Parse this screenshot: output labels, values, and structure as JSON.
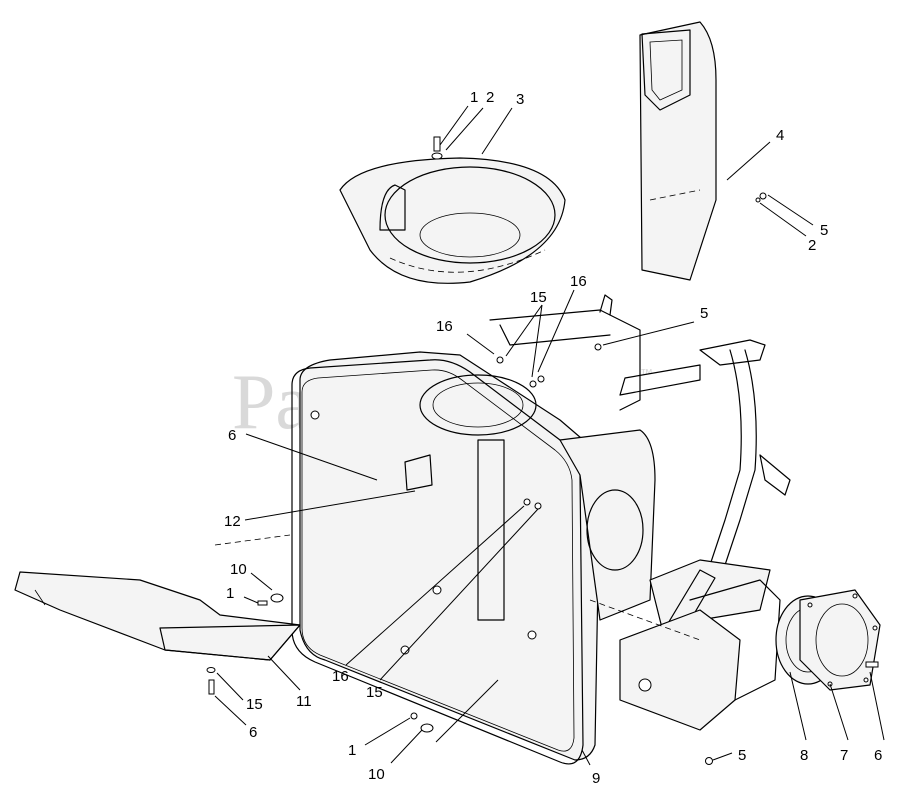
{
  "watermark": {
    "text": "PartsTree",
    "trademark": "™"
  },
  "callouts": {
    "c1_top": "1",
    "c2_top": "2",
    "c3": "3",
    "c4": "4",
    "c5_right": "5",
    "c2_right": "2",
    "c16_top_right": "16",
    "c15_top": "15",
    "c5_mid": "5",
    "c16_top_left": "16",
    "c6_left": "6",
    "c12": "12",
    "c10_left": "10",
    "c1_left": "1",
    "c16_bottom": "16",
    "c15_mid": "15",
    "c15_left": "15",
    "c11": "11",
    "c6_bottom_left": "6",
    "c1_bottom": "1",
    "c10_bottom": "10",
    "c9": "9",
    "c5_bottom": "5",
    "c8": "8",
    "c7": "7",
    "c6_right": "6"
  }
}
